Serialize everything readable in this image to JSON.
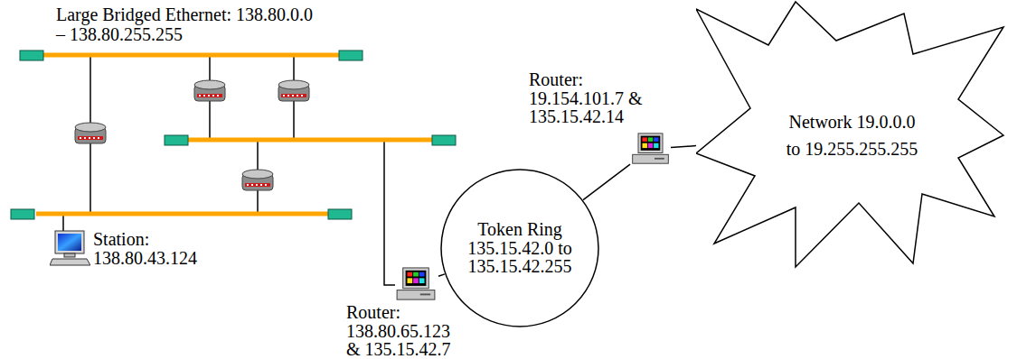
{
  "diagram": {
    "nodes": [
      {
        "text": [
          "Station: 138.80.43.124"
        ]
      },
      {
        "text": [
          "Router: 138.80.65.123 & 135.15.42.7"
        ]
      },
      {
        "text": [
          "Token Ring 135.15.42.0 to 135.15.42.255"
        ]
      },
      {
        "text": [
          "Router: 19.154.101.7 & 135.15.42.14"
        ]
      },
      {
        "text": [
          "Network 19.0.0.0 to 19.255.255.255"
        ]
      }
    ],
    "edges": [
      {
        "from": 1,
        "to": 2,
        "arrow": "none"
      },
      {
        "from": 2,
        "to": 3,
        "arrow": "none"
      },
      {
        "from": 3,
        "to": 4,
        "arrow": "none"
      }
    ],
    "labels": [
      "Large Bridged Ethernet: 138.80.0.0 – 138.80.255.255"
    ]
  }
}
